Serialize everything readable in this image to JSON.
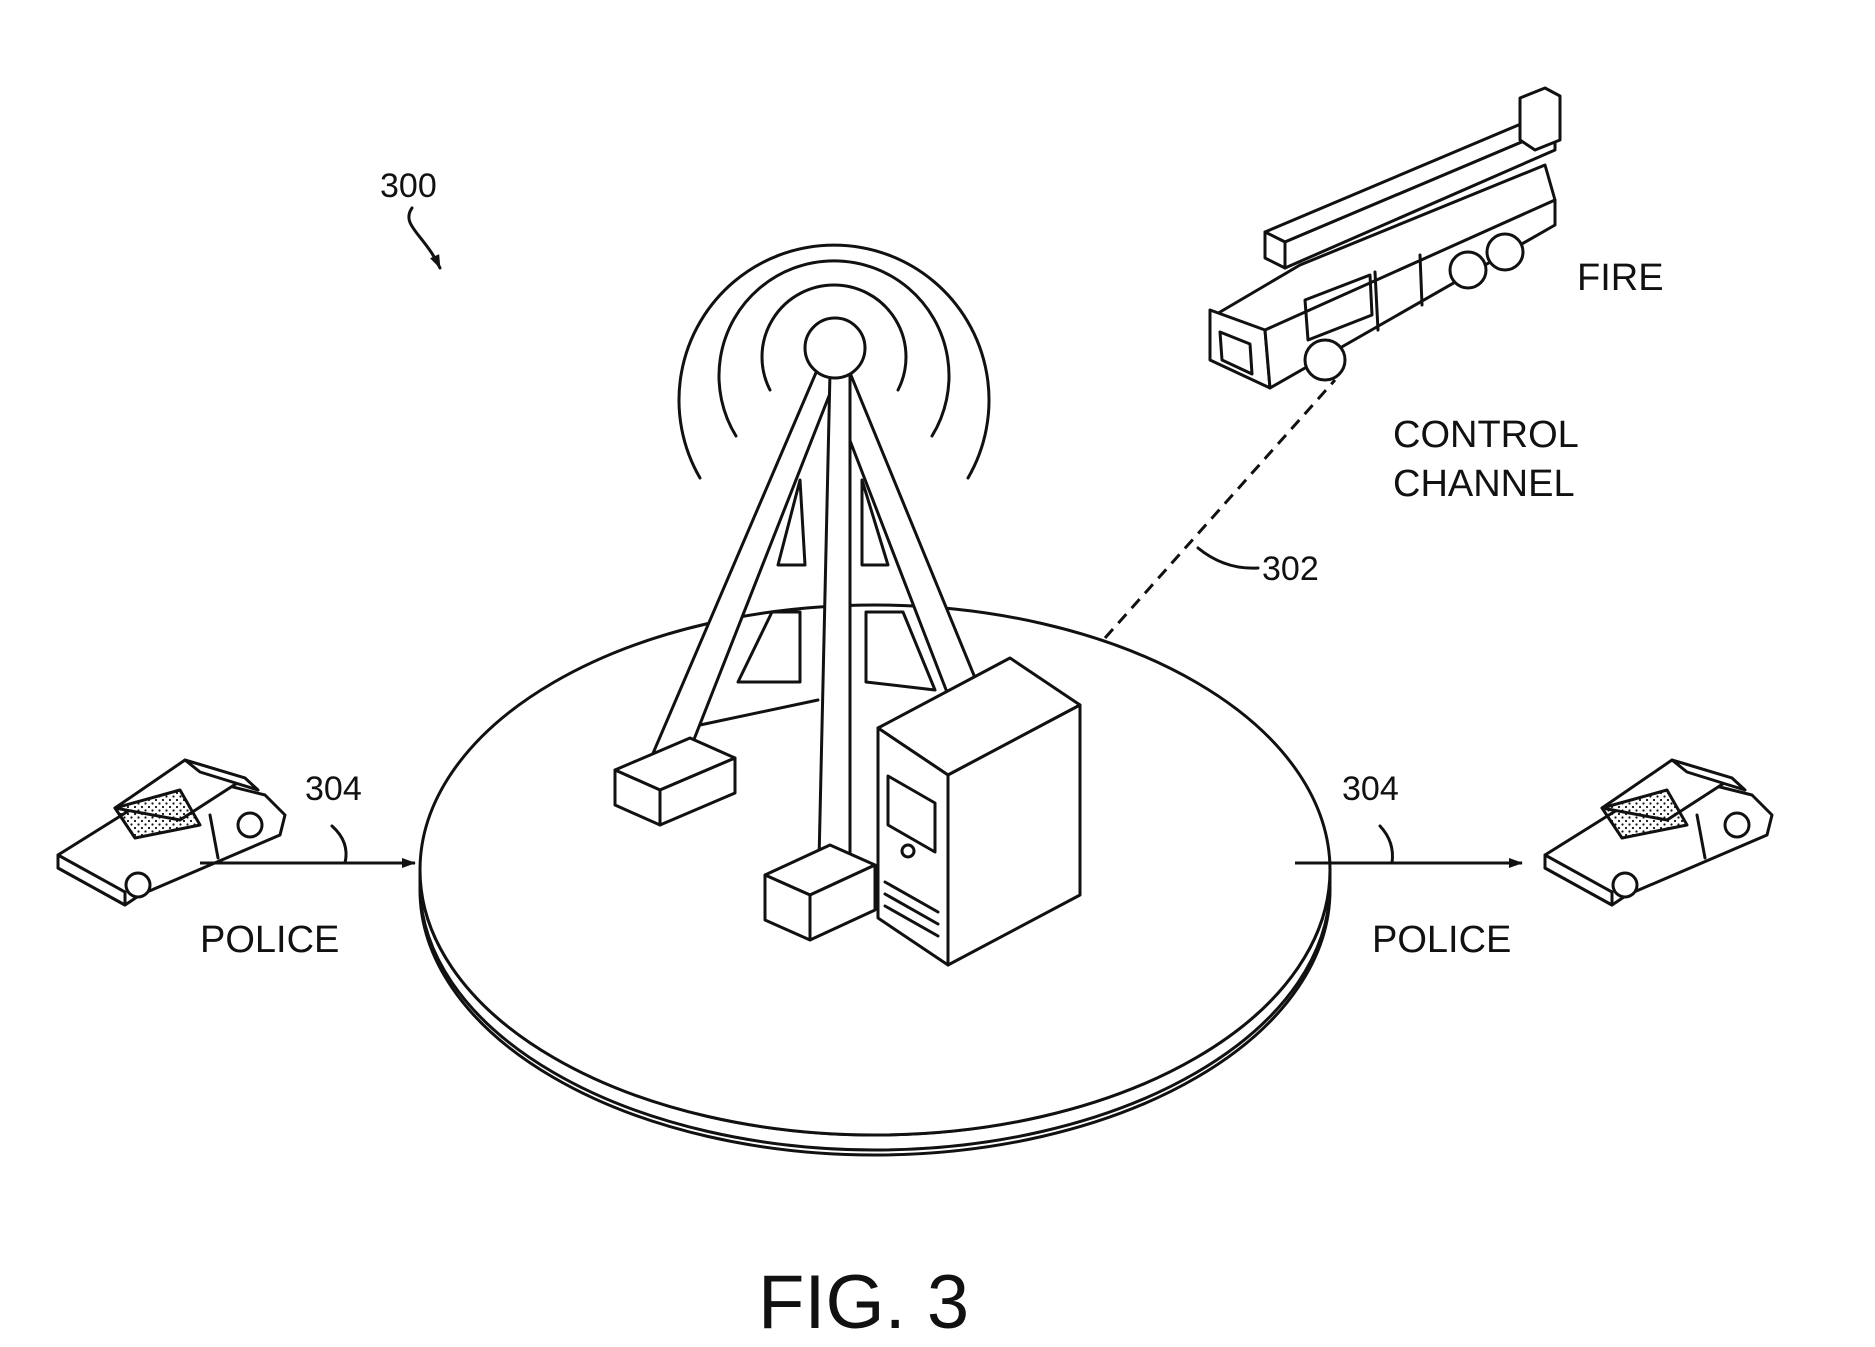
{
  "figure": {
    "reference": "300",
    "caption": "FIG. 3"
  },
  "labels": {
    "fire": "FIRE",
    "control_channel_line1": "CONTROL",
    "control_channel_line2": "CHANNEL",
    "control_channel_ref": "302",
    "police_left": "POLICE",
    "police_right": "POLICE",
    "police_link_left_ref": "304",
    "police_link_right_ref": "304"
  },
  "icons": {
    "tower": "radio-tower-icon",
    "server": "server-icon",
    "fire_truck": "fire-truck-icon",
    "police_car": "police-car-icon"
  }
}
